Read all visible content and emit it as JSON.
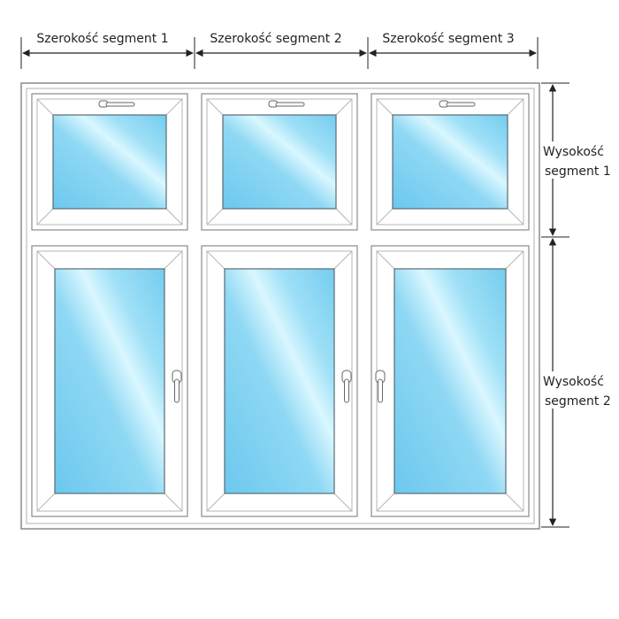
{
  "dimensions": {
    "widths": [
      {
        "label": "Szerokość segment 1"
      },
      {
        "label": "Szerokość segment 2"
      },
      {
        "label": "Szerokość segment 3"
      }
    ],
    "heights": [
      {
        "line1": "Wysokość",
        "line2": "segment 1"
      },
      {
        "line1": "Wysokość",
        "line2": "segment 2"
      }
    ]
  },
  "window": {
    "columns": 3,
    "rows": 2,
    "top_row_sash": "tilt-transom-with-top-handle",
    "bottom_row_sash": [
      "handle-right",
      "handle-right",
      "handle-left"
    ]
  },
  "colors": {
    "frame_stroke": "#8a8a8a",
    "frame_fill": "#ffffff",
    "glass_light": "#d6f6ff",
    "glass_dark": "#6cc8ee",
    "dimension_line": "#222222"
  }
}
